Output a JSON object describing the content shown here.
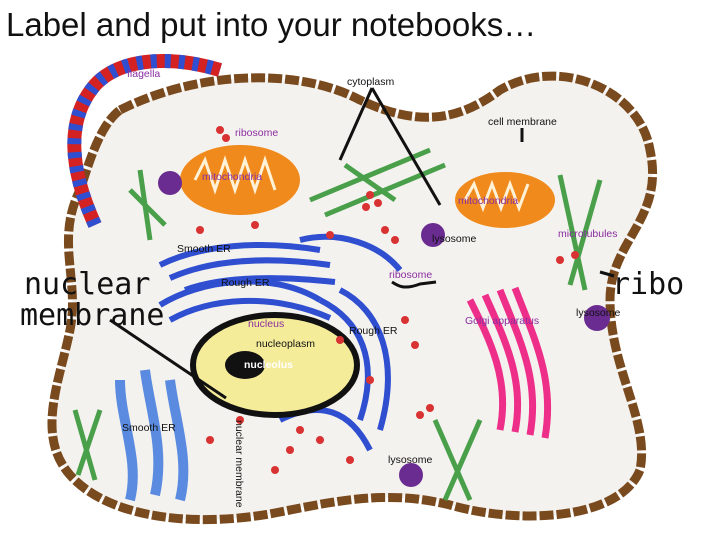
{
  "title": "Label and put into your notebooks…",
  "labels": {
    "flagella": "flagella",
    "cytoplasm": "cytoplasm",
    "cell_membrane": "cell membrane",
    "ribosome_top": "ribosome",
    "mitochondria_left": "mitochondria",
    "mitochondria_right": "mitochondria",
    "lysosome_top": "lysosome",
    "microtubules": "microtubules",
    "smooth_er_top": "Smooth ER",
    "rough_er_top": "Rough ER",
    "ribosome_mid": "ribosome",
    "golgi": "Golgi apparatus",
    "lysosome_right": "lysosome",
    "nucleus": "nucleus",
    "rough_er_mid": "Rough ER",
    "nucleoplasm": "nucleoplasm",
    "nucleolus": "nucleolus",
    "smooth_er_bottom": "Smooth ER",
    "nuclear_membrane_vertical": "nuclear membrane",
    "lysosome_bottom": "lysosome"
  },
  "handwriting": {
    "nuclear_line1": "nuclear",
    "nuclear_line2": "membrane",
    "ribo": "ribo"
  },
  "colors": {
    "cell_wall": "#7a4a1f",
    "cytoplasm_fill": "#f4f2ee",
    "nucleus_fill": "#f5ec9a",
    "er_blue": "#2f4fd0",
    "mito_orange": "#f08a1c",
    "golgi_pink": "#ee2f8a",
    "lysosome_purple": "#6a2c91",
    "ribosome_red": "#d83232",
    "microtubule_green": "#4aa04a"
  }
}
